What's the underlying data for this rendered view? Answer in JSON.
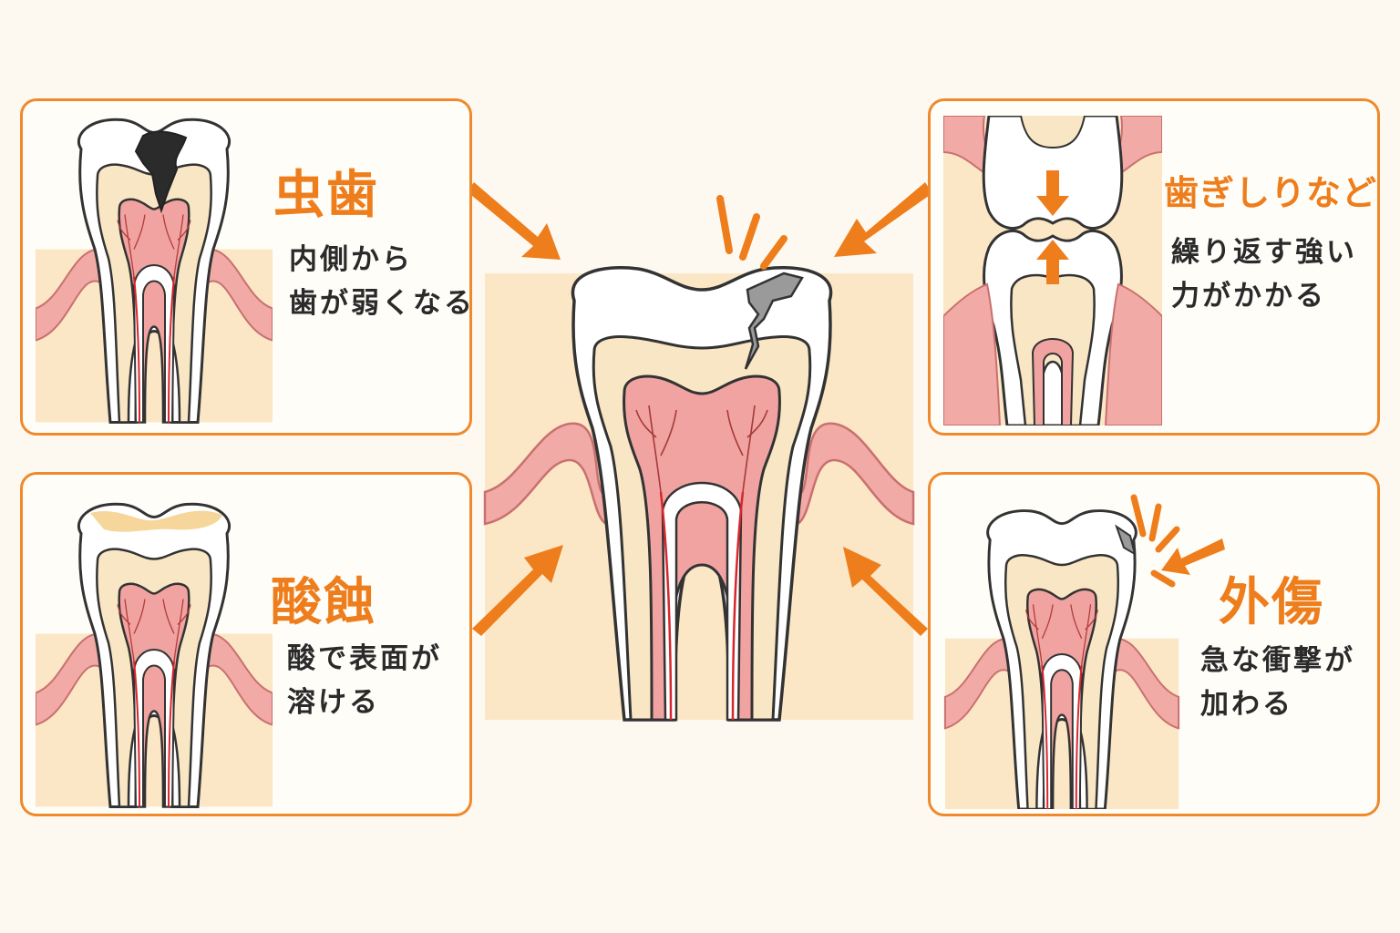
{
  "causes": {
    "cavity": {
      "title": "虫歯",
      "desc": [
        "内側から",
        "歯が弱くなる"
      ]
    },
    "erosion": {
      "title": "酸蝕",
      "desc": [
        "酸で表面が",
        "溶ける"
      ]
    },
    "grinding": {
      "title": "歯ぎしりなど",
      "desc": [
        "繰り返す強い",
        "力がかかる"
      ]
    },
    "trauma": {
      "title": "外傷",
      "desc": [
        "急な衝撃が",
        "加わる"
      ]
    }
  },
  "colors": {
    "accent": "#ee7d1c",
    "border": "#ef8a2c",
    "enamel": "#ffffff",
    "dentin": "#f9e6c4",
    "pulp": "#f0a3a0",
    "gum": "#f1aaa6",
    "bone": "#fbe7c6",
    "decay": "#2b2b2b",
    "crack": "#9a9a9a",
    "nerve": "#d8262c"
  }
}
